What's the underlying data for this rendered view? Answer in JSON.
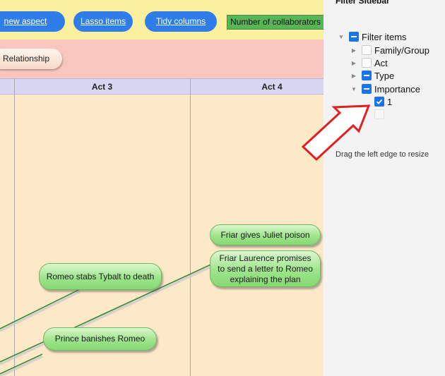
{
  "toolbar": {
    "new_aspect_label": "new aspect",
    "lasso_label": "Lasso items",
    "tidy_label": "Tidy columns",
    "collaborators_label": "Number of collaborators"
  },
  "relationship_label": "Relationship",
  "columns": [
    "Act 3",
    "Act 4"
  ],
  "nodes": {
    "poison": "Friar gives Juliet poison",
    "letter": "Friar Laurence promises to send a letter to Romeo explaining the plan",
    "tybalt": "Romeo stabs Tybalt to death",
    "banish": "Prince banishes Romeo"
  },
  "sidebar": {
    "title": "Filter Sidebar",
    "root": "Filter items",
    "items": [
      "Family/Group",
      "Act",
      "Type",
      "Importance"
    ],
    "importance_value": "1",
    "hint": "Drag the left edge to resize"
  },
  "colors": {
    "toolbar_bg": "#fbf0a0",
    "button_blue": "#2f7de8",
    "pink_bar": "#f8c6be",
    "grid_bg": "#fde8c7",
    "node_green": "#9ee48c",
    "arrow_red": "#e02020"
  }
}
